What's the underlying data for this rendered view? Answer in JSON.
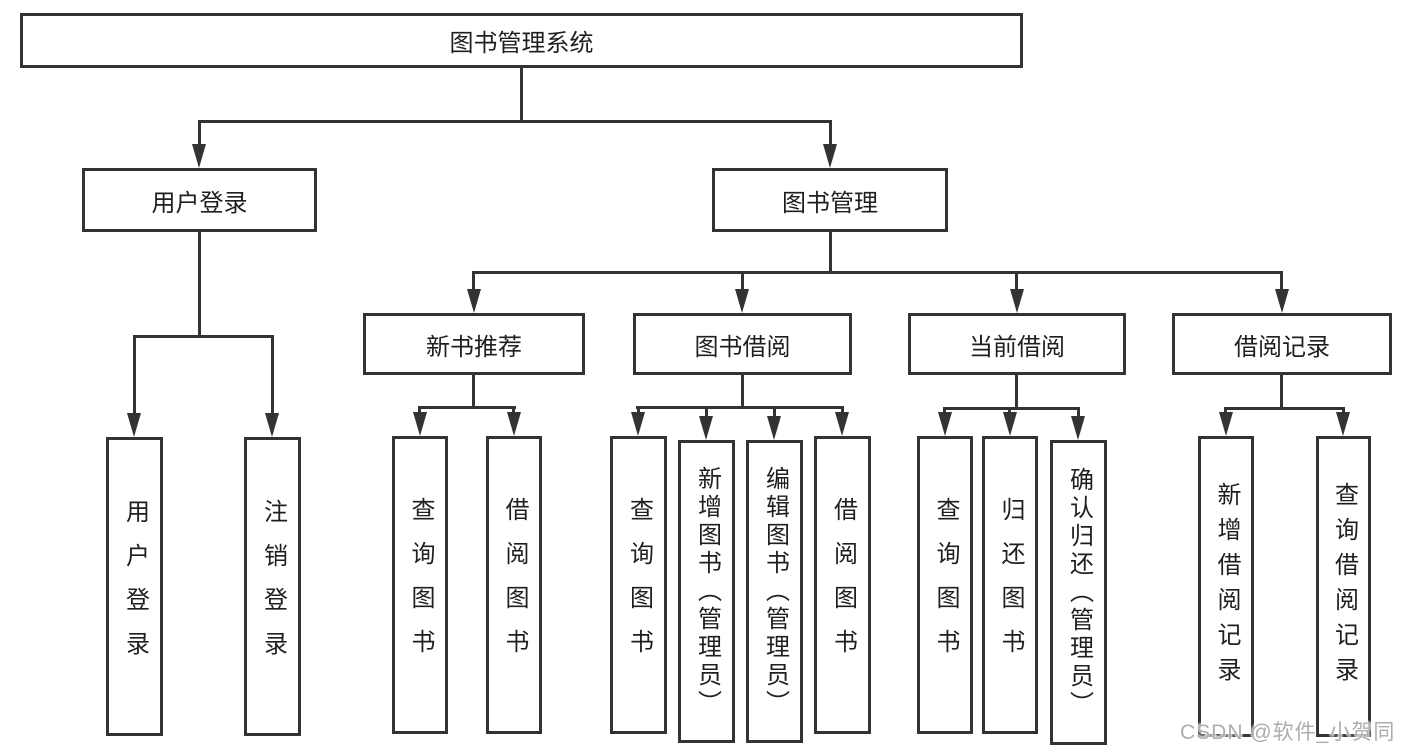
{
  "diagram": {
    "root": {
      "label": "图书管理系统"
    },
    "branches": [
      {
        "label": "用户登录",
        "children": [
          {
            "label": "用户登录"
          },
          {
            "label": "注销登录"
          }
        ]
      },
      {
        "label": "图书管理",
        "children": [
          {
            "label": "新书推荐",
            "children": [
              {
                "label": "查询图书"
              },
              {
                "label": "借阅图书"
              }
            ]
          },
          {
            "label": "图书借阅",
            "children": [
              {
                "label": "查询图书"
              },
              {
                "label": "新增图书（管理员）"
              },
              {
                "label": "编辑图书（管理员）"
              },
              {
                "label": "借阅图书"
              }
            ]
          },
          {
            "label": "当前借阅",
            "children": [
              {
                "label": "查询图书"
              },
              {
                "label": "归还图书"
              },
              {
                "label": "确认归还（管理员）"
              }
            ]
          },
          {
            "label": "借阅记录",
            "children": [
              {
                "label": "新增借阅记录"
              },
              {
                "label": "查询借阅记录"
              }
            ]
          }
        ]
      }
    ]
  },
  "watermark": {
    "text": "CSDN @软件_小贺同学"
  },
  "colors": {
    "line": "#333333",
    "text": "#1f1f1f",
    "background": "#ffffff",
    "watermark": "#adadad"
  }
}
